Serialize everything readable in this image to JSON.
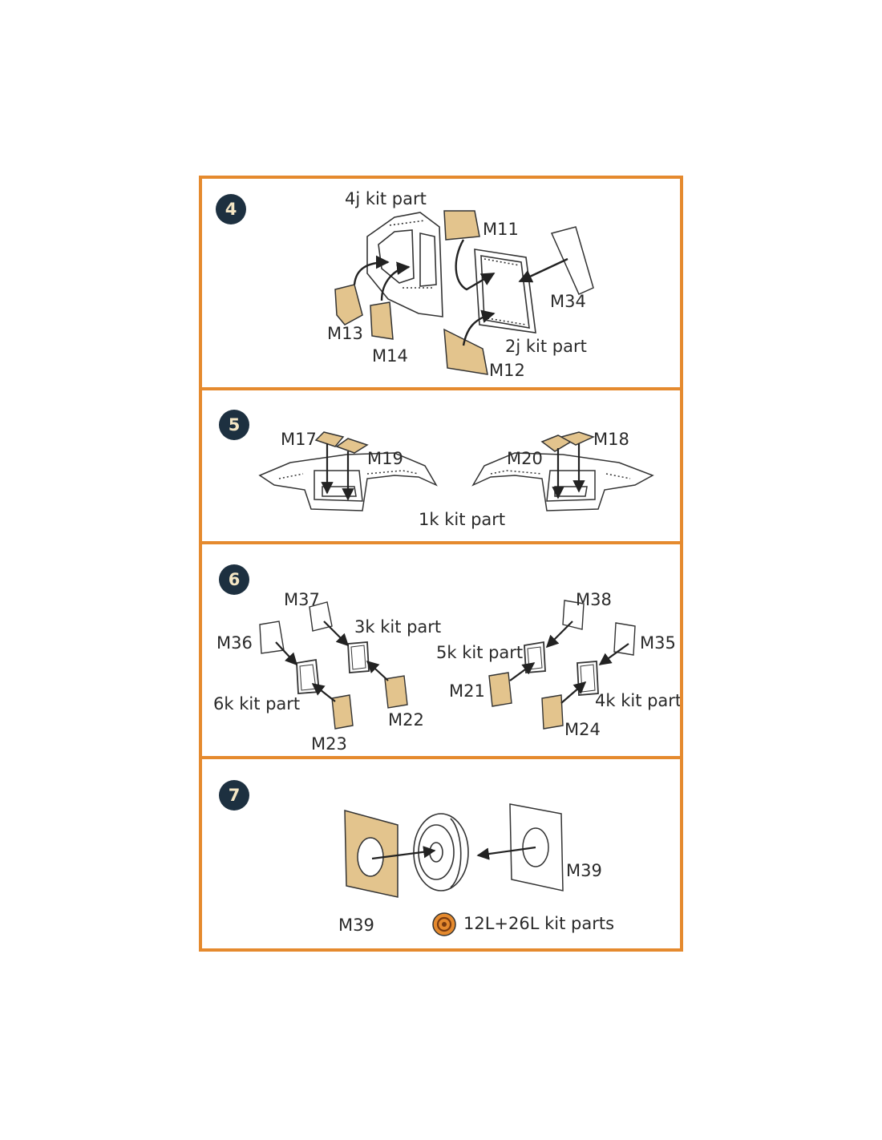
{
  "colors": {
    "frame": "#e58a2e",
    "badge": "#1d3040",
    "mask": "#e3c48d",
    "line": "#333333"
  },
  "steps": [
    {
      "number": "4",
      "labels": {
        "kit_4j": "4j kit part",
        "m11": "M11",
        "m34": "M34",
        "m13": "M13",
        "m14": "M14",
        "kit_2j": "2j kit part",
        "m12": "M12"
      }
    },
    {
      "number": "5",
      "labels": {
        "m17": "M17",
        "m19": "M19",
        "m20": "M20",
        "m18": "M18",
        "kit_1k": "1k kit part"
      }
    },
    {
      "number": "6",
      "labels": {
        "m37": "M37",
        "m38": "M38",
        "kit_3k": "3k kit part",
        "m36": "M36",
        "kit_5k": "5k kit part",
        "m35": "M35",
        "m21": "M21",
        "kit_6k": "6k kit part",
        "kit_4k": "4k kit part",
        "m22": "M22",
        "m24": "M24",
        "m23": "M23"
      }
    },
    {
      "number": "7",
      "labels": {
        "m39_right": "M39",
        "m39_left": "M39",
        "kit_12l": "12L+26L kit parts"
      },
      "icons": [
        "paint-icon"
      ]
    }
  ]
}
